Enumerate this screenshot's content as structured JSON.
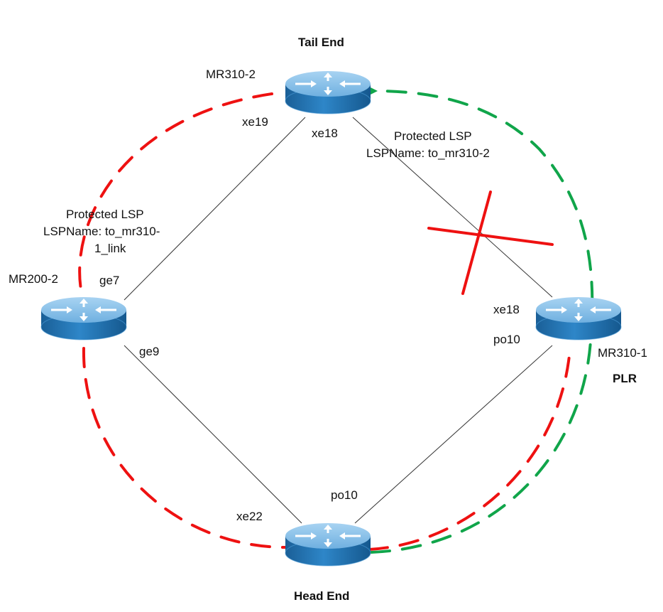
{
  "diagram": {
    "title": "RSVP-TE Fast Reroute Link Protection Topology",
    "colors": {
      "primary_lsp": "#ee1111",
      "backup_lsp": "#10a54a",
      "link": "#333333",
      "failure_mark": "#ee1111",
      "router_top": "#8cc3ea",
      "router_body": "#1f74b6"
    },
    "nodes": [
      {
        "id": "mr310-2",
        "name": "MR310-2",
        "role": "Tail End"
      },
      {
        "id": "mr200-2",
        "name": "MR200-2",
        "role": ""
      },
      {
        "id": "mr310-1",
        "name": "MR310-1",
        "role": "PLR"
      },
      {
        "id": "head",
        "name": "",
        "role": "Head End"
      }
    ],
    "links": [
      {
        "from": "mr310-2",
        "from_if": "xe19",
        "to": "mr200-2",
        "to_if": "ge7"
      },
      {
        "from": "mr310-2",
        "from_if": "xe18",
        "to": "mr310-1",
        "to_if": "xe18",
        "failed": true
      },
      {
        "from": "mr200-2",
        "from_if": "ge9",
        "to": "head",
        "to_if": "xe22"
      },
      {
        "from": "mr310-1",
        "from_if": "po10",
        "to": "head",
        "to_if": "po10"
      }
    ],
    "labels": {
      "tail_end": "Tail End",
      "head_end": "Head End",
      "plr": "PLR",
      "mr310_2": "MR310-2",
      "mr200_2": "MR200-2",
      "mr310_1": "MR310-1",
      "if_xe19": "xe19",
      "if_xe18_top": "xe18",
      "if_ge7": "ge7",
      "if_ge9": "ge9",
      "if_xe18_plr": "xe18",
      "if_po10_plr": "po10",
      "if_po10_head": "po10",
      "if_xe22": "xe22",
      "lsp_left_line1": "Protected LSP",
      "lsp_left_line2": "LSPName: to_mr310-",
      "lsp_left_line3": "1_link",
      "lsp_right_line1": "Protected LSP",
      "lsp_right_line2": "LSPName: to_mr310-2"
    }
  }
}
